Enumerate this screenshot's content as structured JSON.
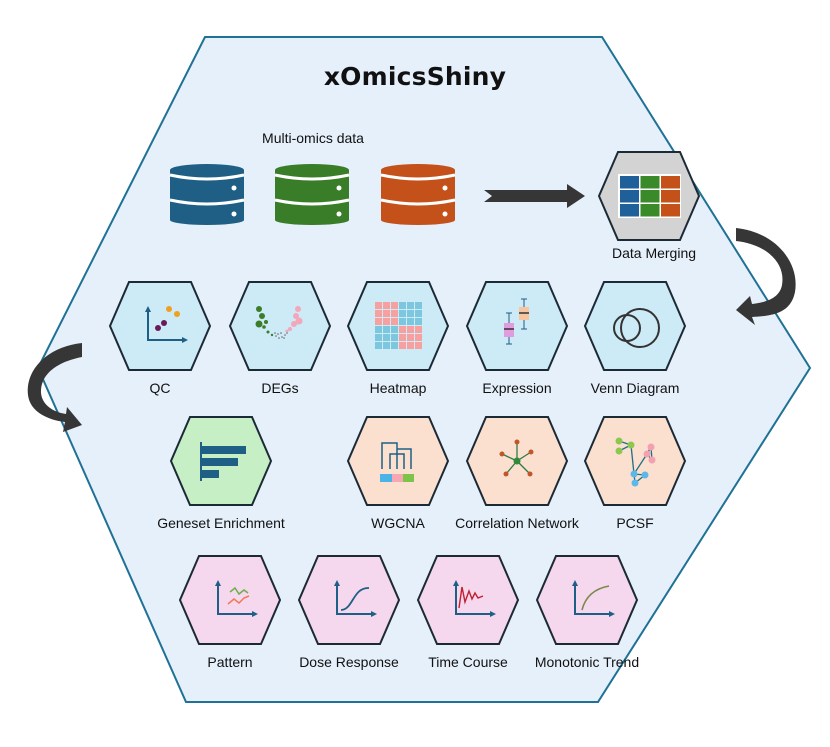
{
  "title": "xOmicsShiny",
  "input": {
    "label": "Multi-omics data",
    "databases": [
      {
        "name": "database-blue",
        "color": "#1f5f86"
      },
      {
        "name": "database-green",
        "color": "#3a7d28"
      },
      {
        "name": "database-orange",
        "color": "#c4511a"
      }
    ]
  },
  "merge": {
    "label": "Data Merging",
    "fill": "#d3d3d3",
    "grid_colors": [
      "#1f5f9a",
      "#3a8a2a",
      "#c4511a"
    ]
  },
  "colors": {
    "outer_fill": "#e6f0fa",
    "outer_stroke": "#1f7196",
    "arrow": "#363636",
    "hex_stroke": "#1c2a36",
    "group_blue": "#cdeaf7",
    "group_green": "#c6efc6",
    "group_peach": "#fbe0d0",
    "group_pink": "#f5d7ee"
  },
  "modules": {
    "row1": [
      {
        "id": "qc",
        "label": "QC",
        "icon": "qc-scatter-icon",
        "group": "group_blue"
      },
      {
        "id": "degs",
        "label": "DEGs",
        "icon": "volcano-plot-icon",
        "group": "group_blue"
      },
      {
        "id": "heatmap",
        "label": "Heatmap",
        "icon": "heatmap-icon",
        "group": "group_blue"
      },
      {
        "id": "expression",
        "label": "Expression",
        "icon": "boxplot-icon",
        "group": "group_blue"
      },
      {
        "id": "venn",
        "label": "Venn Diagram",
        "icon": "venn-diagram-icon",
        "group": "group_blue"
      }
    ],
    "row2": [
      {
        "id": "geneset",
        "label": "Geneset Enrichment",
        "icon": "bar-chart-icon",
        "group": "group_green"
      },
      {
        "id": "wgcna",
        "label": "WGCNA",
        "icon": "dendrogram-icon",
        "group": "group_peach"
      },
      {
        "id": "corrnet",
        "label": "Correlation Network",
        "icon": "star-network-icon",
        "group": "group_peach"
      },
      {
        "id": "pcsf",
        "label": "PCSF",
        "icon": "steiner-network-icon",
        "group": "group_peach"
      }
    ],
    "row3": [
      {
        "id": "pattern",
        "label": "Pattern",
        "icon": "pattern-lines-icon",
        "group": "group_pink"
      },
      {
        "id": "dose",
        "label": "Dose Response",
        "icon": "sigmoid-curve-icon",
        "group": "group_pink"
      },
      {
        "id": "timecourse",
        "label": "Time Course",
        "icon": "oscillation-curve-icon",
        "group": "group_pink"
      },
      {
        "id": "monotonic",
        "label": "Monotonic Trend",
        "icon": "monotonic-curve-icon",
        "group": "group_pink"
      }
    ]
  }
}
